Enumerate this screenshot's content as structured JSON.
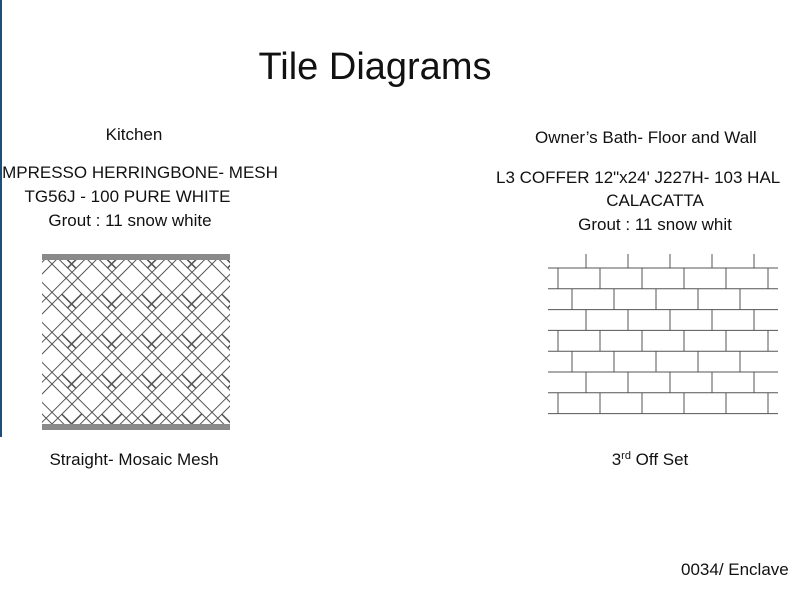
{
  "title": "Tile Diagrams",
  "kitchen": {
    "heading": "Kitchen",
    "line1": "MPRESSO HERRINGBONE- MESH",
    "line2": "TG56J - 100 PURE WHITE",
    "line3": "Grout : 11 snow white",
    "caption": "Straight- Mosaic Mesh",
    "pattern": "herringbone"
  },
  "bath": {
    "heading": "Owner’s Bath- Floor and Wall",
    "line1": "L3 COFFER 12\"x24' J227H- 103 HAL",
    "line2": "CALACATTA",
    "line3": "Grout : 11 snow whit",
    "caption_num": "3",
    "caption_sup": "rd",
    "caption_rest": " Off Set",
    "pattern": "third-offset-brick"
  },
  "footer": "0034/ Enclave",
  "colors": {
    "divider": "#1f4e79",
    "tile_line": "#555555",
    "border_bar": "#8a8a8a"
  }
}
